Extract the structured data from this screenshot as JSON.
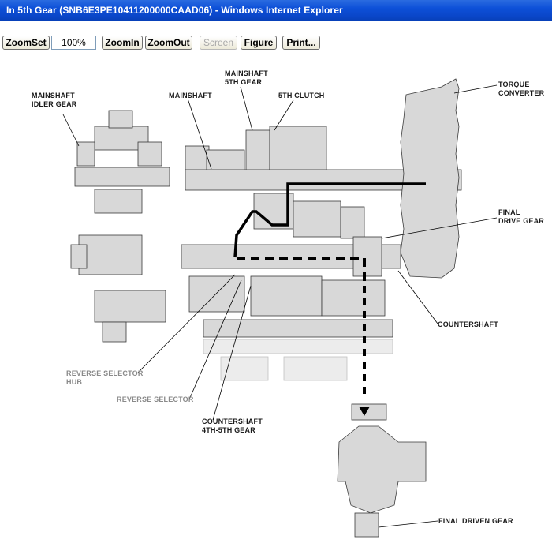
{
  "window": {
    "title": "In 5th Gear (SNB6E3PE10411200000CAAD06) - Windows Internet Explorer"
  },
  "toolbar": {
    "zoomset": "ZoomSet",
    "zoom_value": "100%",
    "zoomin": "ZoomIn",
    "zoomout": "ZoomOut",
    "screen": "Screen",
    "figure": "Figure",
    "print": "Print..."
  },
  "labels": {
    "mainshaft_idler_1": "MAINSHAFT",
    "mainshaft_idler_2": "IDLER GEAR",
    "mainshaft": "MAINSHAFT",
    "mainshaft_5th_1": "MAINSHAFT",
    "mainshaft_5th_2": "5TH GEAR",
    "clutch_5th": "5TH CLUTCH",
    "torque_1": "TORQUE",
    "torque_2": "CONVERTER",
    "final_drive_1": "FINAL",
    "final_drive_2": "DRIVE GEAR",
    "countershaft": "COUNTERSHAFT",
    "reverse_hub_1": "REVERSE SELECTOR",
    "reverse_hub_2": "HUB",
    "reverse_selector": "REVERSE SELECTOR",
    "cs45_1": "COUNTERSHAFT",
    "cs45_2": "4TH-5TH GEAR",
    "final_driven": "FINAL DRIVEN GEAR"
  },
  "colors": {
    "part_fill": "#d8d8d8",
    "part_stroke": "#3a3a3a",
    "power_flow": "#000000",
    "title_bar": "#0a46c8"
  }
}
